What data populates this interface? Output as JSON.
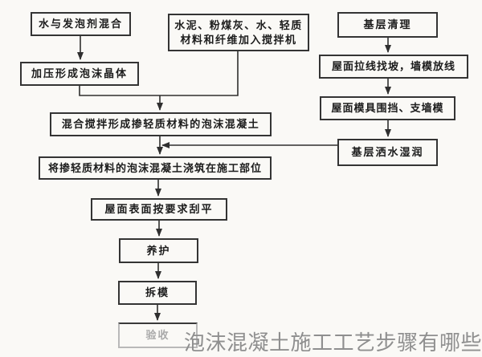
{
  "flowchart": {
    "nodes": [
      {
        "id": "water-foaming-mix",
        "label": "水与发泡剂混合"
      },
      {
        "id": "materials-into-mixer",
        "label": "水泥、粉煤灰、水、轻质\n材料和纤维加入搅拌机"
      },
      {
        "id": "base-cleaning",
        "label": "基层清理"
      },
      {
        "id": "pressurize-foam-crystals",
        "label": "加压形成泡沫晶体"
      },
      {
        "id": "roof-line-slope",
        "label": "屋面拉线找坡，墙模放线"
      },
      {
        "id": "roof-mold-enclosure",
        "label": "屋面模具围挡、支墙模"
      },
      {
        "id": "mix-foam-concrete",
        "label": "混合搅拌形成掺轻质材料的泡沫混凝土"
      },
      {
        "id": "base-watering",
        "label": "基层洒水湿润"
      },
      {
        "id": "pour-concrete",
        "label": "将掺轻质材料的泡沫混凝土浇筑在施工部位"
      },
      {
        "id": "roof-surface-leveling",
        "label": "屋面表面按要求刮平"
      },
      {
        "id": "curing",
        "label": "养护"
      },
      {
        "id": "demolding",
        "label": "拆模"
      },
      {
        "id": "acceptance",
        "label": "验收"
      }
    ],
    "edges": [
      {
        "from": "water-foaming-mix",
        "to": "pressurize-foam-crystals"
      },
      {
        "from": "pressurize-foam-crystals",
        "to": "mix-foam-concrete"
      },
      {
        "from": "materials-into-mixer",
        "to": "mix-foam-concrete"
      },
      {
        "from": "base-cleaning",
        "to": "roof-line-slope"
      },
      {
        "from": "roof-line-slope",
        "to": "roof-mold-enclosure"
      },
      {
        "from": "roof-mold-enclosure",
        "to": "base-watering"
      },
      {
        "from": "mix-foam-concrete",
        "to": "pour-concrete"
      },
      {
        "from": "base-watering",
        "to": "pour-concrete"
      },
      {
        "from": "pour-concrete",
        "to": "roof-surface-leveling"
      },
      {
        "from": "roof-surface-leveling",
        "to": "curing"
      },
      {
        "from": "curing",
        "to": "demolding"
      },
      {
        "from": "demolding",
        "to": "acceptance"
      }
    ]
  },
  "caption": {
    "text": "泡沫混凝土施工工艺步骤有哪些"
  },
  "colors": {
    "background": "#faf9f6",
    "line": "#2f2f2f",
    "box_border": "#343434",
    "text": "#1c1c1c",
    "faded_border": "#b9b9b9",
    "faded_text": "#a9a9a9",
    "caption": "#8f8f8f"
  }
}
